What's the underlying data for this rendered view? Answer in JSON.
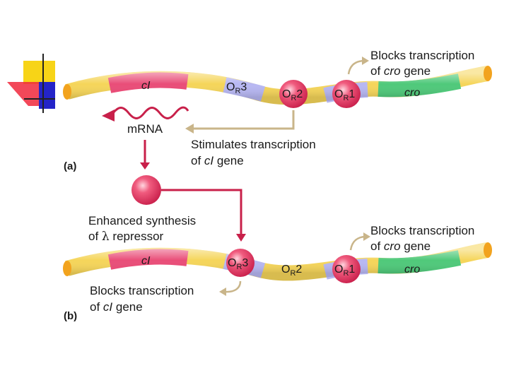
{
  "colors": {
    "dna_yellow": "#f5d55a",
    "dna_orange": "#f2a31e",
    "cI_region": "#e94d78",
    "operator_region": "#b7b7f2",
    "cro_region": "#4fc97a",
    "repressor": "#e83e63",
    "arrow_crimson": "#c8204a",
    "arrow_tan": "#c9b58a",
    "slide_yellow": "#f7d417",
    "slide_blue": "#2424c8",
    "slide_red": "#f0283c"
  },
  "panel_a": {
    "label": "(a)",
    "gene_cI": {
      "italic": "cI"
    },
    "gene_cro": "cro",
    "operators": [
      {
        "base": "O",
        "sub": "R",
        "num": "3",
        "bound": false
      },
      {
        "base": "O",
        "sub": "R",
        "num": "2",
        "bound": true
      },
      {
        "base": "O",
        "sub": "R",
        "num": "1",
        "bound": true
      }
    ],
    "mrna_label": "mRNA",
    "cro_block": {
      "line1": "Blocks transcription",
      "line2_pre": "of ",
      "line2_italic": "cro",
      "line2_post": " gene"
    },
    "stimulates": {
      "line1": "Stimulates transcription",
      "line2_pre": "of ",
      "line2_italic": "cI",
      "line2_post": " gene"
    }
  },
  "middle": {
    "enhanced": {
      "line1": "Enhanced synthesis",
      "line2_pre": "of ",
      "line2_symbol": "λ",
      "line2_post": " repressor"
    }
  },
  "panel_b": {
    "label": "(b)",
    "gene_cI": {
      "italic": "cI"
    },
    "gene_cro": "cro",
    "operators": [
      {
        "base": "O",
        "sub": "R",
        "num": "3",
        "bound": true
      },
      {
        "base": "O",
        "sub": "R",
        "num": "2",
        "bound": false
      },
      {
        "base": "O",
        "sub": "R",
        "num": "1",
        "bound": true
      }
    ],
    "cro_block": {
      "line1": "Blocks transcription",
      "line2_pre": "of ",
      "line2_italic": "cro",
      "line2_post": " gene"
    },
    "cI_block": {
      "line1": "Blocks transcription",
      "line2_pre": "of ",
      "line2_italic": "cI",
      "line2_post": " gene"
    }
  }
}
